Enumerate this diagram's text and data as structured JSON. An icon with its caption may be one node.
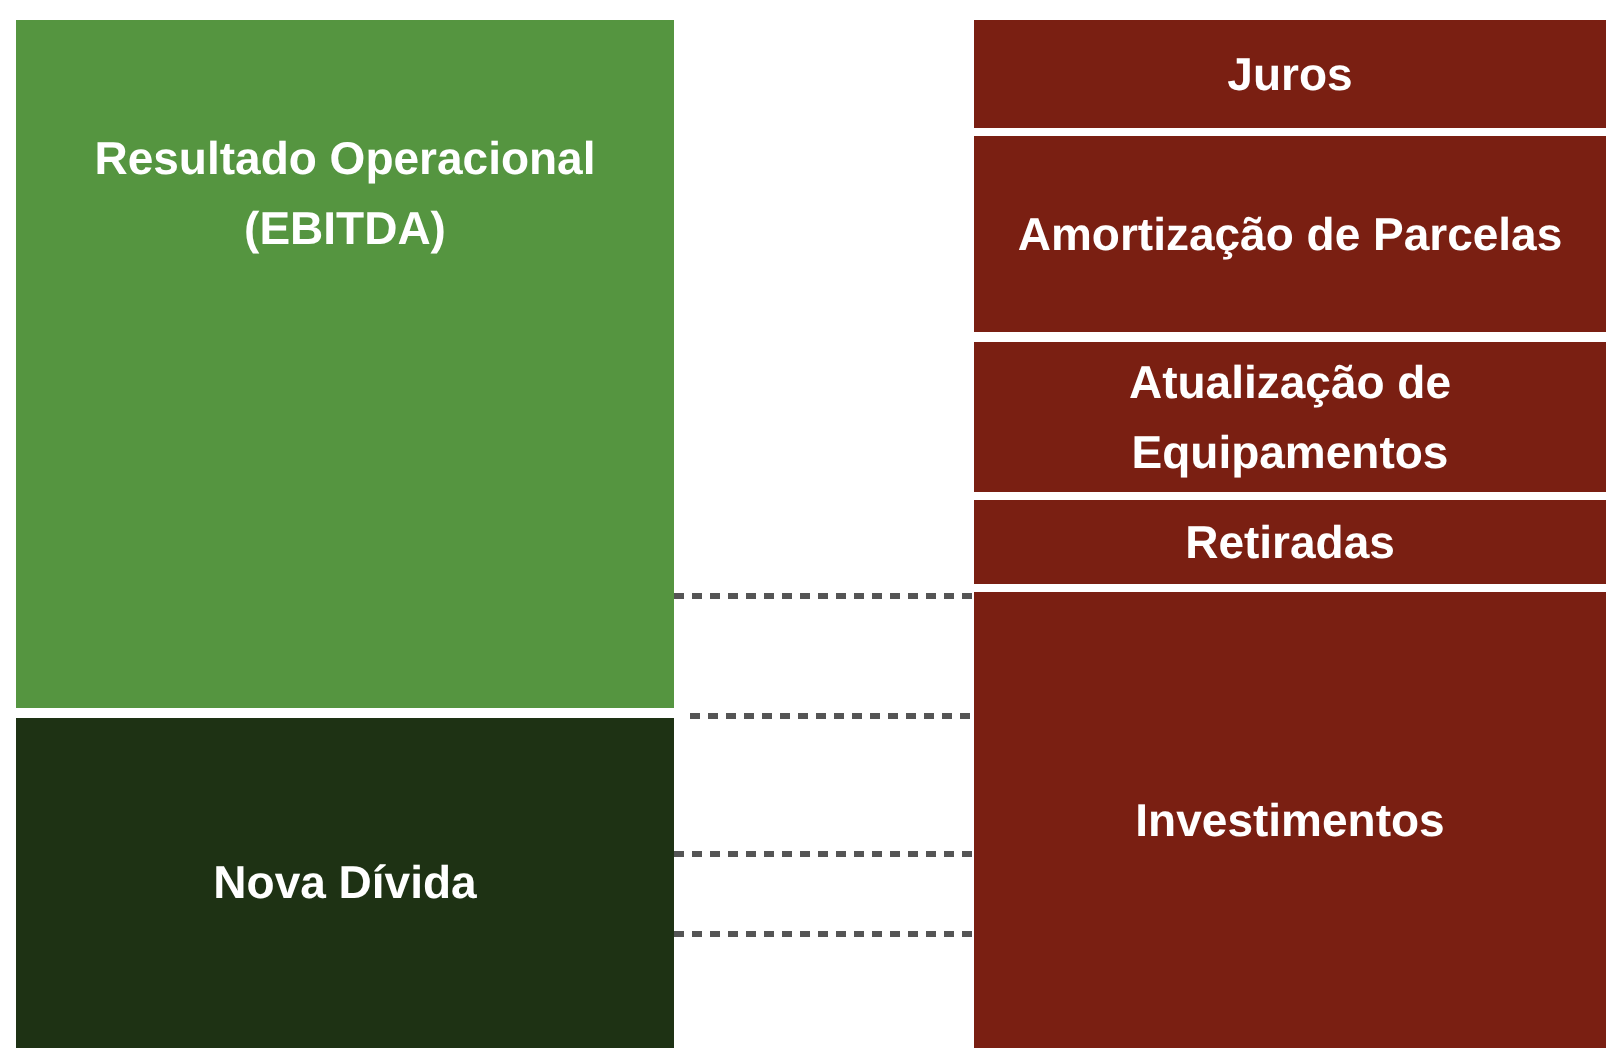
{
  "diagram": {
    "nodes": [
      {
        "text": [
          "Resultado Operacional (EBITDA)"
        ]
      },
      {
        "text": [
          "Nova Dívida"
        ]
      },
      {
        "text": [
          "Juros"
        ]
      },
      {
        "text": [
          "Amortização de Parcelas"
        ]
      },
      {
        "text": [
          "Atualização de Equipamentos"
        ]
      },
      {
        "text": [
          "Retiradas"
        ]
      },
      {
        "text": [
          "Investimentos"
        ]
      }
    ],
    "edges": [
      {
        "from": 0,
        "to": 6,
        "arrow": "none",
        "style": "dashed"
      },
      {
        "from": 1,
        "to": 6,
        "arrow": "none",
        "style": "dashed"
      },
      {
        "from": 1,
        "to": 6,
        "arrow": "none",
        "style": "dashed"
      },
      {
        "from": 1,
        "to": 6,
        "arrow": "none",
        "style": "dashed"
      }
    ]
  }
}
